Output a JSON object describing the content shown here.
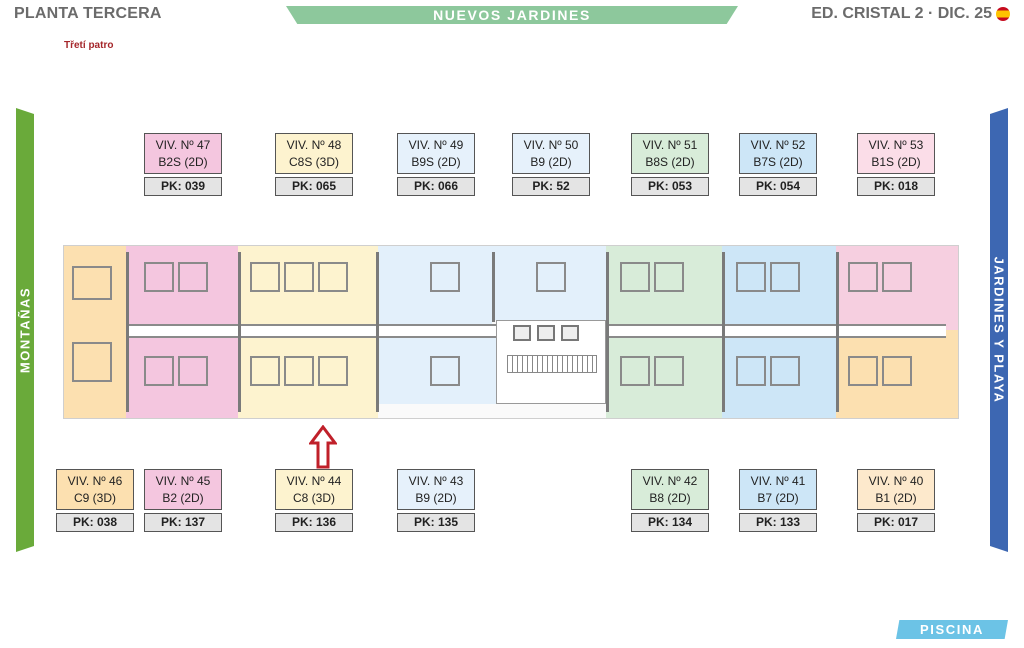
{
  "header": {
    "title_left": "PLANTA TERCERA",
    "subtitle": "Třetí patro",
    "banner_top": "NUEVOS JARDINES",
    "title_right": "ED. CRISTAL 2 · DIC. 25",
    "flag_icon": "spain-flag-icon"
  },
  "orientation": {
    "left": "MONTAÑAS",
    "right": "JARDINES Y PLAYA",
    "bottom_right": "PISCINA"
  },
  "colors": {
    "pink": "#f4c6df",
    "yellow": "#fdf3cf",
    "light_blue": "#e3f0fb",
    "green": "#d8ecd9",
    "blue": "#cde6f7",
    "orange": "#fce0b0",
    "light_pink": "#fbdde8",
    "light_orange": "#fde9cc",
    "highlight_arrow": "#c0202a"
  },
  "units_top": [
    {
      "label": "VIV. Nº 47",
      "type": "B2S (2D)",
      "pk": "PK: 039",
      "color": "#f4c6df"
    },
    {
      "label": "VIV. Nº 48",
      "type": "C8S (3D)",
      "pk": "PK: 065",
      "color": "#fdf3cf"
    },
    {
      "label": "VIV. Nº 49",
      "type": "B9S (2D)",
      "pk": "PK: 066",
      "color": "#e6f1fb"
    },
    {
      "label": "VIV. Nº 50",
      "type": "B9 (2D)",
      "pk": "PK: 52",
      "color": "#e6f1fb"
    },
    {
      "label": "VIV. Nº 51",
      "type": "B8S (2D)",
      "pk": "PK: 053",
      "color": "#d8ecd9"
    },
    {
      "label": "VIV. Nº 52",
      "type": "B7S (2D)",
      "pk": "PK: 054",
      "color": "#cde6f7"
    },
    {
      "label": "VIV. Nº 53",
      "type": "B1S (2D)",
      "pk": "PK: 018",
      "color": "#fbdde8"
    }
  ],
  "units_bottom": [
    {
      "label": "VIV. Nº 46",
      "type": "C9 (3D)",
      "pk": "PK: 038",
      "color": "#fce0b0"
    },
    {
      "label": "VIV. Nº 45",
      "type": "B2 (2D)",
      "pk": "PK: 137",
      "color": "#f4c6df"
    },
    {
      "label": "VIV. Nº 44",
      "type": "C8 (3D)",
      "pk": "PK: 136",
      "color": "#fdf3cf"
    },
    {
      "label": "VIV. Nº 43",
      "type": "B9 (2D)",
      "pk": "PK: 135",
      "color": "#e6f1fb"
    },
    {
      "label": "VIV. Nº 42",
      "type": "B8 (2D)",
      "pk": "PK: 134",
      "color": "#d8ecd9"
    },
    {
      "label": "VIV. Nº 41",
      "type": "B7 (2D)",
      "pk": "PK: 133",
      "color": "#cde6f7"
    },
    {
      "label": "VIV. Nº 40",
      "type": "B1 (2D)",
      "pk": "PK: 017",
      "color": "#fde9cc"
    }
  ],
  "highlighted_unit": "VIV. Nº 44"
}
